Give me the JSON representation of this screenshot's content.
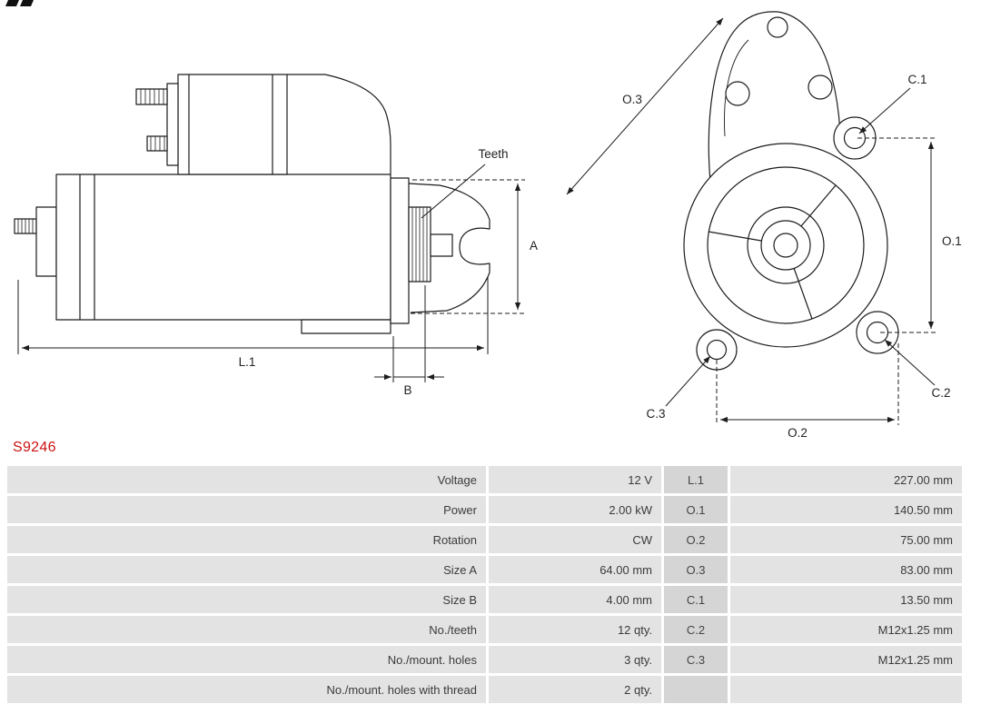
{
  "brand": {
    "logo_icon": "as-pl-logo-mark"
  },
  "part_number": "S9246",
  "colors": {
    "part_number_red": "#cc1111",
    "table_cell_bg": "#e3e3e3",
    "table_dim_cell_bg": "#d5d5d5",
    "drawing_line": "#1c1c1c"
  },
  "diagram": {
    "side_view": {
      "teeth_label": "Teeth",
      "dim_a": "A",
      "dim_b": "B",
      "dim_l1": "L.1"
    },
    "front_view": {
      "dim_o1": "O.1",
      "dim_o2": "O.2",
      "dim_o3": "O.3",
      "dim_c1": "C.1",
      "dim_c2": "C.2",
      "dim_c3": "C.3"
    }
  },
  "table": {
    "rows": [
      {
        "label": "Voltage",
        "value": "12 V",
        "dim": "L.1",
        "dim_value": "227.00 mm"
      },
      {
        "label": "Power",
        "value": "2.00 kW",
        "dim": "O.1",
        "dim_value": "140.50 mm"
      },
      {
        "label": "Rotation",
        "value": "CW",
        "dim": "O.2",
        "dim_value": "75.00 mm"
      },
      {
        "label": "Size A",
        "value": "64.00 mm",
        "dim": "O.3",
        "dim_value": "83.00 mm"
      },
      {
        "label": "Size B",
        "value": "4.00 mm",
        "dim": "C.1",
        "dim_value": "13.50 mm"
      },
      {
        "label": "No./teeth",
        "value": "12 qty.",
        "dim": "C.2",
        "dim_value": "M12x1.25 mm"
      },
      {
        "label": "No./mount. holes",
        "value": "3 qty.",
        "dim": "C.3",
        "dim_value": "M12x1.25 mm"
      },
      {
        "label": "No./mount. holes with thread",
        "value": "2 qty.",
        "dim": "",
        "dim_value": ""
      }
    ]
  }
}
